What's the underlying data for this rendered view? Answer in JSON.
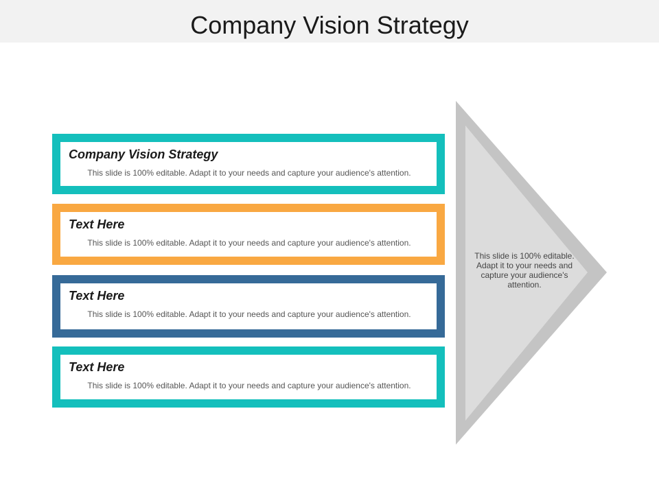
{
  "title": "Company Vision Strategy",
  "colors": {
    "teal": "#14bfbc",
    "orange": "#f9a842",
    "blue": "#366a98",
    "arrow_outer": "#c4c4c4",
    "arrow_inner": "#dcdcdc",
    "title_bar": "#f2f2f2"
  },
  "boxes": [
    {
      "heading": "Company Vision Strategy",
      "text": "This slide is 100% editable. Adapt it to your needs and capture your audience's attention.",
      "color": "#14bfbc"
    },
    {
      "heading": "Text Here",
      "text": "This slide is 100% editable. Adapt it to your needs and capture your audience's attention.",
      "color": "#f9a842"
    },
    {
      "heading": "Text Here",
      "text": "This slide is 100% editable. Adapt it to your needs and capture your audience's attention.",
      "color": "#366a98"
    },
    {
      "heading": "Text Here",
      "text": "This slide is 100% editable. Adapt it to your needs and capture your audience's attention.",
      "color": "#14bfbc"
    }
  ],
  "arrow": {
    "text": "This slide is 100% editable. Adapt it to your needs and capture your audience's attention."
  }
}
